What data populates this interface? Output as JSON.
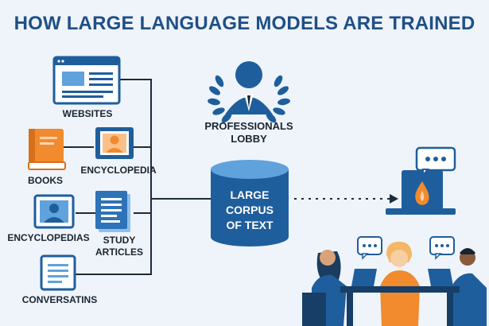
{
  "diagram": {
    "title": "HOW LARGE LANGUAGE MODELS ARE TRAINED",
    "sources": {
      "websites": "WEBSITES",
      "books": "BOOKS",
      "encyclopedia": "ENCYCLOPEDIA",
      "encyclopedias": "ENCYCLOPEDIAS",
      "study_articles": "STUDY\nARTICLES",
      "conversations": "CONVERSATINS"
    },
    "professionals": "PROFESSIONALS\nLOBBY",
    "corpus": "LARGE\nCORPUS\nOF TEXT"
  },
  "colors": {
    "title": "#1f4f86",
    "primary_blue": "#1f5e9c",
    "light_blue": "#5fa2dc",
    "orange": "#f28a2e",
    "background": "#eef4fa"
  }
}
